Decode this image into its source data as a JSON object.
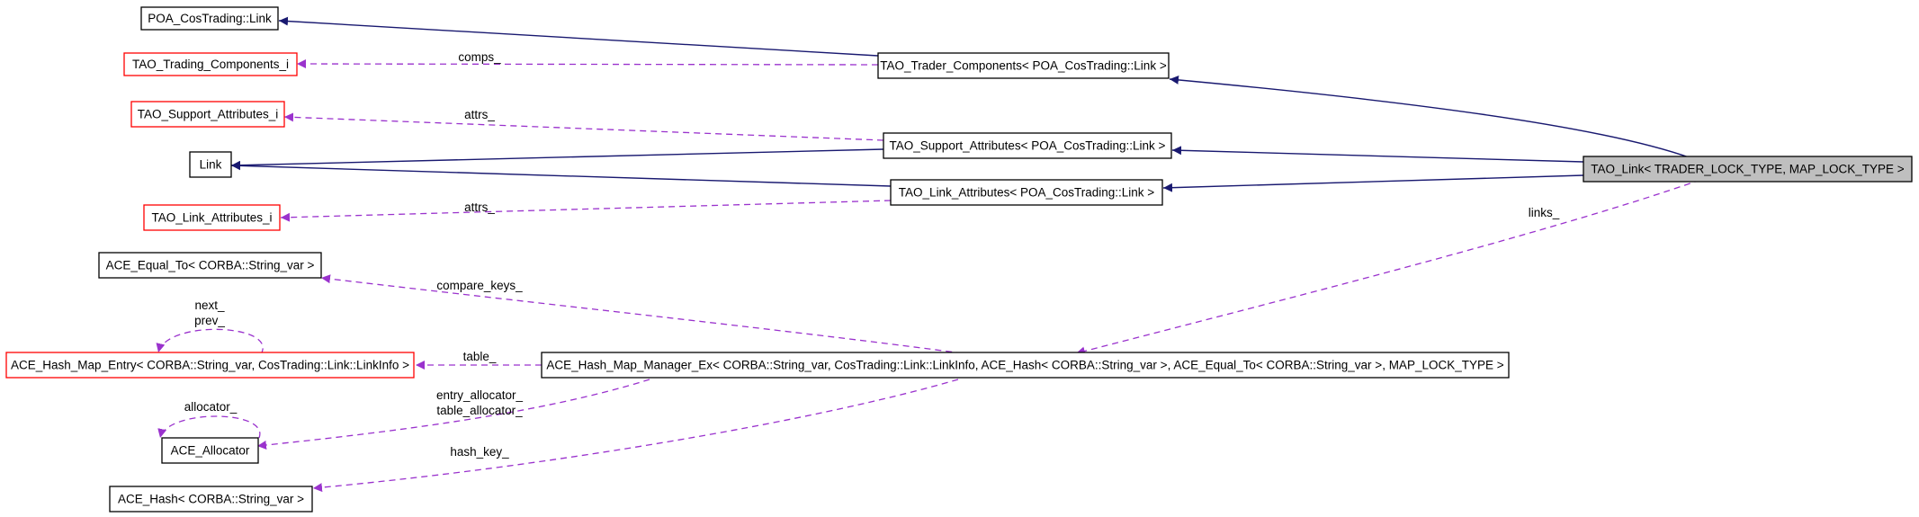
{
  "colors": {
    "inheritance_edge": "#191970",
    "usage_edge": "#9a32cd",
    "undocumented_border": "#ff0000",
    "documented_border": "#000000",
    "focus_fill": "#bfbfbf"
  },
  "nodes": {
    "poa_link": "POA_CosTrading::Link",
    "tao_trading_components_i": "TAO_Trading_Components_i",
    "tao_trader_components": "TAO_Trader_Components< POA_CosTrading::Link >",
    "tao_support_attributes_i": "TAO_Support_Attributes_i",
    "tao_support_attributes": "TAO_Support_Attributes< POA_CosTrading::Link >",
    "link": "Link",
    "tao_link": "TAO_Link< TRADER_LOCK_TYPE, MAP_LOCK_TYPE >",
    "tao_link_attributes": "TAO_Link_Attributes< POA_CosTrading::Link >",
    "tao_link_attributes_i": "TAO_Link_Attributes_i",
    "ace_equal_to": "ACE_Equal_To< CORBA::String_var >",
    "ace_hash_map_entry": "ACE_Hash_Map_Entry< CORBA::String_var, CosTrading::Link::LinkInfo >",
    "ace_hash_map_manager_ex": "ACE_Hash_Map_Manager_Ex< CORBA::String_var, CosTrading::Link::LinkInfo, ACE_Hash< CORBA::String_var >, ACE_Equal_To< CORBA::String_var >, MAP_LOCK_TYPE >",
    "ace_allocator": "ACE_Allocator",
    "ace_hash": "ACE_Hash< CORBA::String_var >"
  },
  "edge_labels": {
    "comps": "comps_",
    "attrs_support": "attrs_",
    "attrs_link": "attrs_",
    "links": "links_",
    "compare_keys": "compare_keys_",
    "next": "next_",
    "prev": "prev_",
    "table": "table_",
    "allocator": "allocator_",
    "entry_allocator": "entry_allocator_",
    "table_allocator": "table_allocator_",
    "hash_key": "hash_key_"
  }
}
